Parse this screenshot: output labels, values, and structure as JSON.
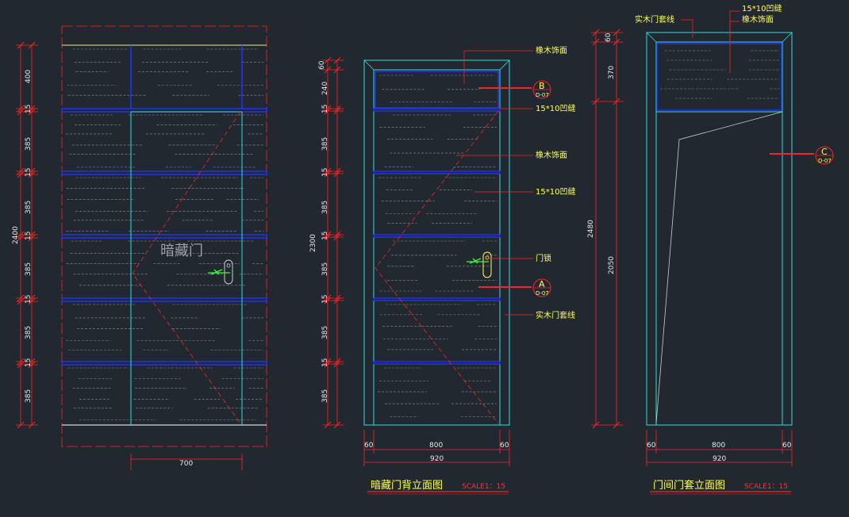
{
  "drawing_1": {
    "label": "暗藏门",
    "total_height": "2400",
    "segments": [
      "400",
      "15",
      "385",
      "15",
      "385",
      "15",
      "385",
      "15",
      "385",
      "15",
      "385"
    ],
    "width_dim": "700"
  },
  "drawing_2": {
    "title": "暗藏门背立面图",
    "scale": "SCALE1：15",
    "total_height": "2300",
    "segments": [
      "60",
      "240",
      "15",
      "385",
      "15",
      "385",
      "15",
      "385",
      "15",
      "385",
      "15",
      "385"
    ],
    "width_dims": [
      "60",
      "800",
      "60"
    ],
    "total_width": "920",
    "callouts": [
      "橡木饰面",
      "15*10凹缝",
      "橡木饰面",
      "15*10凹缝",
      "门锁",
      "实木门套线"
    ],
    "markers": [
      {
        "letter": "B",
        "ref": "D-07"
      },
      {
        "letter": "A",
        "ref": "D-07"
      }
    ]
  },
  "drawing_3": {
    "title": "门间门套立面图",
    "scale": "SCALE1：15",
    "total_height": "2480",
    "segments": [
      "60",
      "370",
      "2050"
    ],
    "width_dims": [
      "60",
      "800",
      "60"
    ],
    "total_width": "920",
    "callouts": [
      "实木门套线",
      "15*10凹缝",
      "橡木饰面"
    ],
    "marker": {
      "letter": "C",
      "ref": "D-07"
    }
  },
  "colors": {
    "background": "#212830",
    "frame_cyan": "#33dddd",
    "groove_blue": "#2233ff",
    "dim_red": "#ff2222",
    "text_yellow": "#ffff55",
    "hatch_gray": "#8a9098"
  }
}
